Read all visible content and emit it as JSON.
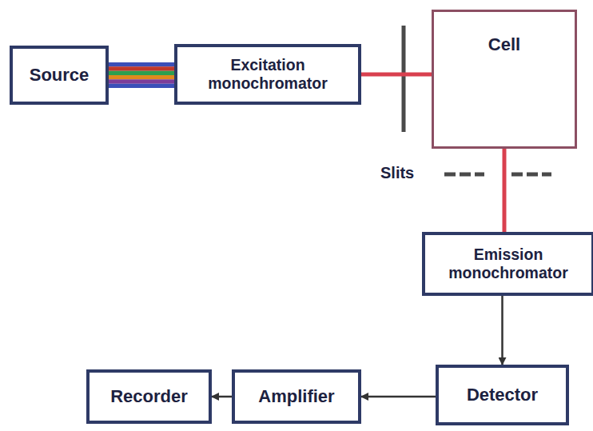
{
  "diagram": {
    "nodes": [
      {
        "text": [
          "Source"
        ]
      },
      {
        "text": [
          "Excitation monochromator"
        ]
      },
      {
        "text": [
          "Cell"
        ]
      },
      {
        "text": [
          "Emission monochromator"
        ]
      },
      {
        "text": [
          "Detector"
        ]
      },
      {
        "text": [
          "Amplifier"
        ]
      },
      {
        "text": [
          "Recorder"
        ]
      }
    ],
    "edges": [
      {
        "from": 0,
        "to": 1,
        "arrow": "none"
      },
      {
        "from": 1,
        "to": 2,
        "arrow": "none"
      },
      {
        "from": 2,
        "to": 3,
        "arrow": "none"
      },
      {
        "from": 3,
        "to": 4,
        "arrow": "to"
      },
      {
        "from": 4,
        "to": 5,
        "arrow": "to"
      },
      {
        "from": 5,
        "to": 6,
        "arrow": "to"
      }
    ],
    "labels": [
      "Slits"
    ]
  }
}
